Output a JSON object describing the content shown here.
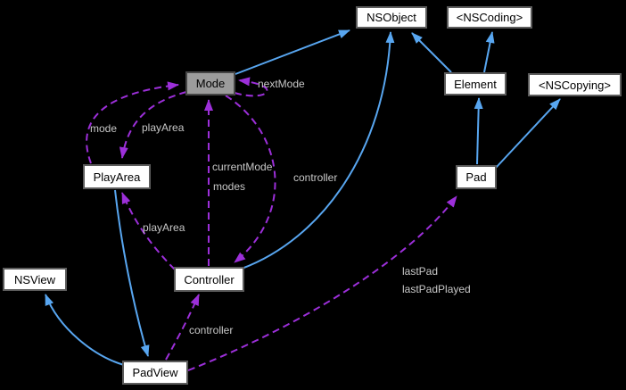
{
  "nodes": {
    "nsobject": {
      "label": "NSObject"
    },
    "nscoding": {
      "label": "<NSCoding>"
    },
    "element": {
      "label": "Element"
    },
    "nscopying": {
      "label": "<NSCopying>"
    },
    "mode": {
      "label": "Mode"
    },
    "playarea": {
      "label": "PlayArea"
    },
    "pad": {
      "label": "Pad"
    },
    "nsview": {
      "label": "NSView"
    },
    "controller": {
      "label": "Controller"
    },
    "padview": {
      "label": "PadView"
    }
  },
  "edge_labels": {
    "next_mode": "nextMode",
    "mode": "mode",
    "play_area_upper": "playArea",
    "current_mode": "currentMode",
    "modes": "modes",
    "controller_right": "controller",
    "play_area_lower": "playArea",
    "controller_bottom": "controller",
    "last_pad": "lastPad",
    "last_pad_played": "lastPadPlayed"
  },
  "colors": {
    "background": "#000000",
    "inheritance_edge": "#58a6f0",
    "usage_edge": "#9c2fd9",
    "edge_label_text": "#c8c8c8",
    "node_fill": "#ffffff",
    "node_border": "#5c5c5c",
    "node_text": "#000000",
    "highlighted_node_fill": "#9c9c9c"
  },
  "relationships": [
    {
      "from": "Mode",
      "to": "NSObject",
      "type": "inheritance"
    },
    {
      "from": "Controller",
      "to": "NSObject",
      "type": "inheritance"
    },
    {
      "from": "Element",
      "to": "NSObject",
      "type": "inheritance"
    },
    {
      "from": "Element",
      "to": "<NSCoding>",
      "type": "inheritance"
    },
    {
      "from": "Pad",
      "to": "Element",
      "type": "inheritance"
    },
    {
      "from": "Pad",
      "to": "<NSCopying>",
      "type": "inheritance"
    },
    {
      "from": "PadView",
      "to": "NSView",
      "type": "inheritance"
    },
    {
      "from": "PlayArea",
      "to": "PadView",
      "type": "inheritance"
    },
    {
      "from": "PlayArea",
      "to": "Mode",
      "type": "usage",
      "label": "mode"
    },
    {
      "from": "Mode",
      "to": "PlayArea",
      "type": "usage",
      "label": "playArea"
    },
    {
      "from": "Controller",
      "to": "Mode",
      "type": "usage",
      "label": "currentMode, modes"
    },
    {
      "from": "Mode",
      "to": "Controller",
      "type": "usage",
      "label": "controller"
    },
    {
      "from": "Mode",
      "to": "Mode",
      "type": "usage",
      "label": "nextMode"
    },
    {
      "from": "Controller",
      "to": "PlayArea",
      "type": "usage",
      "label": "playArea"
    },
    {
      "from": "PadView",
      "to": "Controller",
      "type": "usage",
      "label": "controller"
    },
    {
      "from": "PadView",
      "to": "Pad",
      "type": "usage",
      "label": "lastPad, lastPadPlayed"
    }
  ]
}
